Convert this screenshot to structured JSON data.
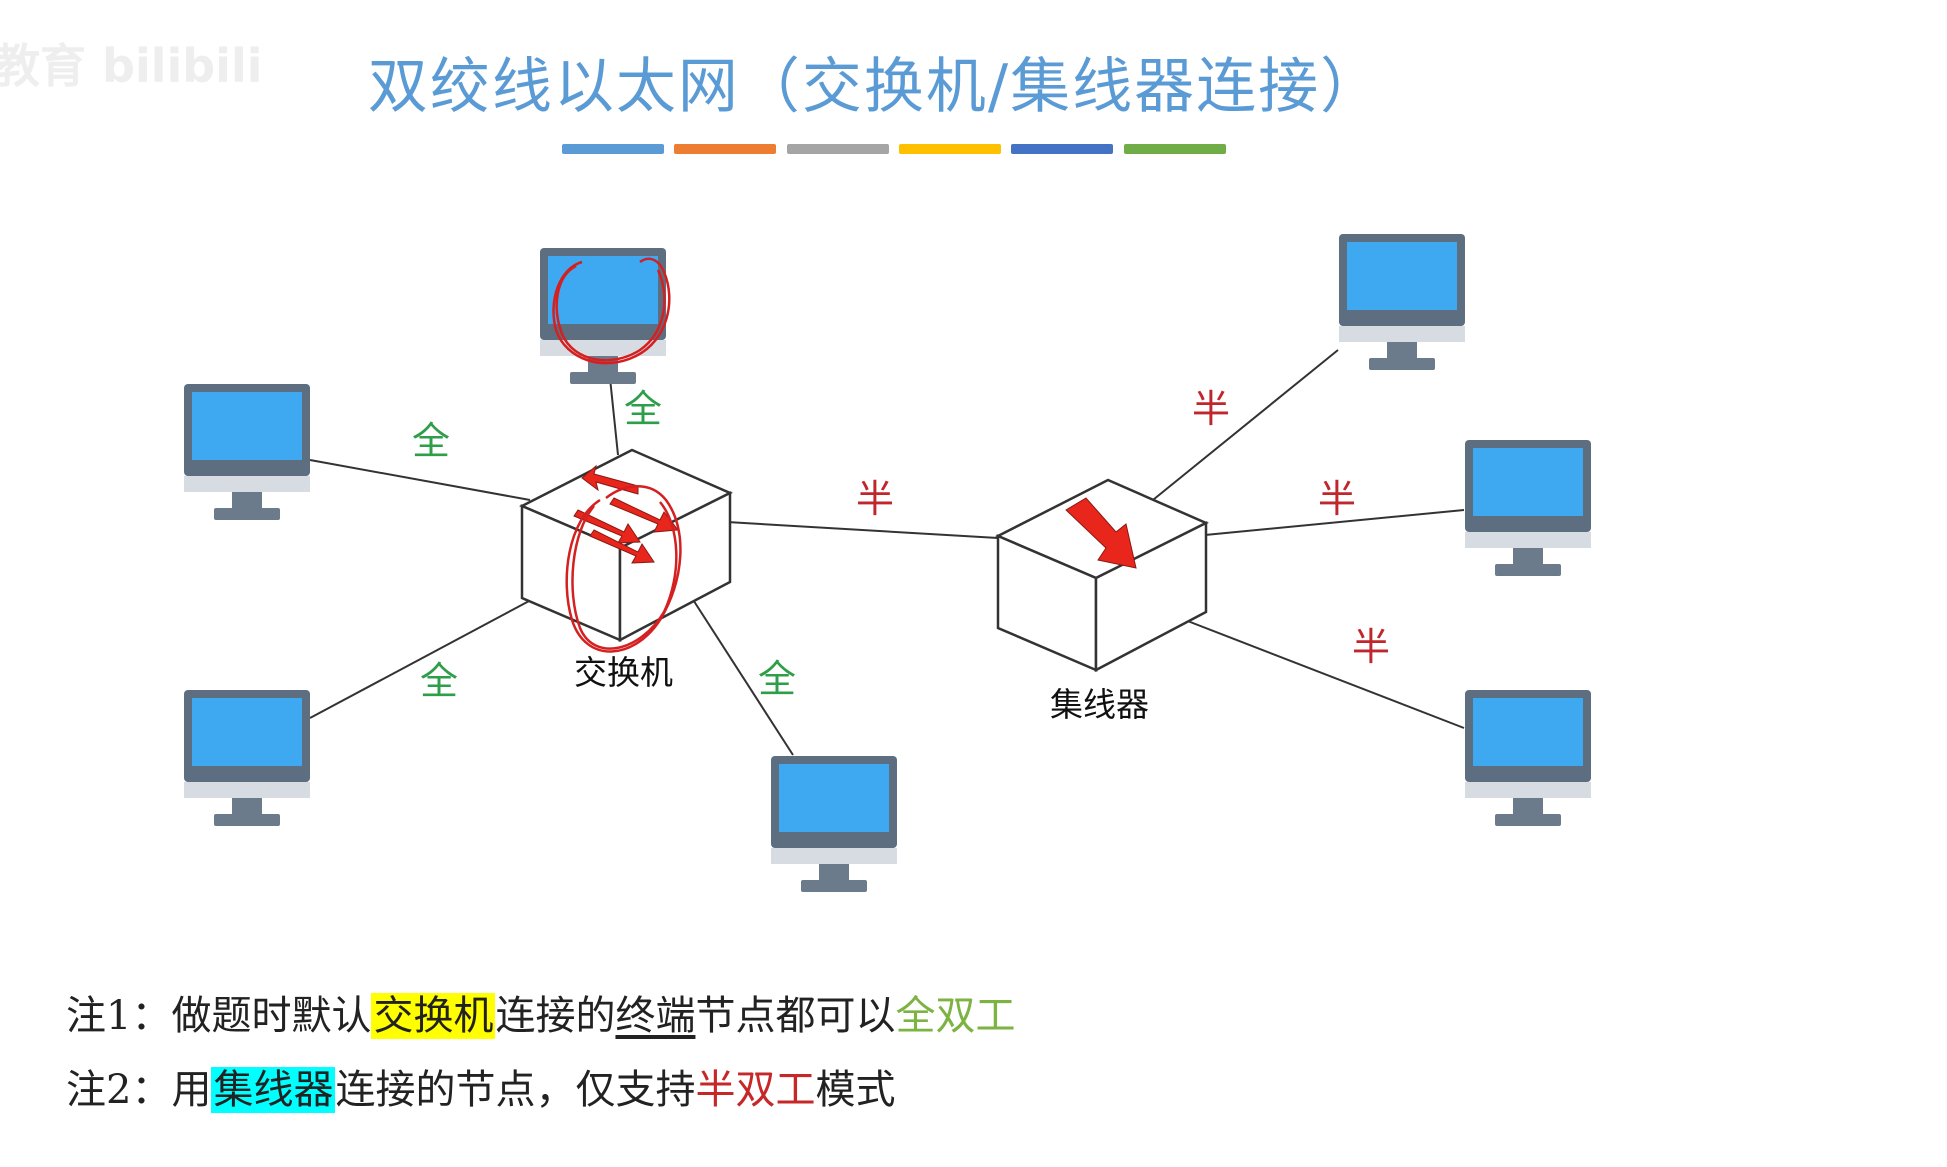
{
  "title": "双绞线以太网（交换机/集线器连接）",
  "watermark": "教育 bilibili",
  "colors": {
    "title": "#5b9bd5",
    "screen": "#3ea8f0",
    "bezel": "#5c6e80",
    "stand": "#d7dce2",
    "base": "#6b7b8c",
    "full": "#2e9e4a",
    "half": "#c0272d",
    "arrow": "#e8261c",
    "annotation": "#d42020",
    "link": "#333333",
    "highlight_yellow": "#ffff00",
    "highlight_cyan": "#00ffff",
    "note_full": "#7cb342",
    "note_half": "#c62828"
  },
  "color_bars": [
    "#5b9bd5",
    "#ed7d31",
    "#a5a5a5",
    "#ffc000",
    "#4472c4",
    "#70ad47"
  ],
  "devices": {
    "switch_label": "交换机",
    "hub_label": "集线器"
  },
  "links": {
    "switch_top": "全",
    "switch_left_top": "全",
    "switch_left_bottom": "全",
    "switch_bottom": "全",
    "switch_hub": "半",
    "hub_top_right": "半",
    "hub_right": "半",
    "hub_bottom_right": "半"
  },
  "notes": {
    "note1": {
      "prefix": "注1：做题时默认",
      "highlight": "交换机",
      "middle": "连接的",
      "underlined": "终端",
      "after": "节点都可以",
      "tail": "全双工"
    },
    "note2": {
      "prefix": "注2：用",
      "highlight": "集线器",
      "middle": "连接的节点，仅支持",
      "tail": "半双工",
      "after": "模式"
    }
  }
}
